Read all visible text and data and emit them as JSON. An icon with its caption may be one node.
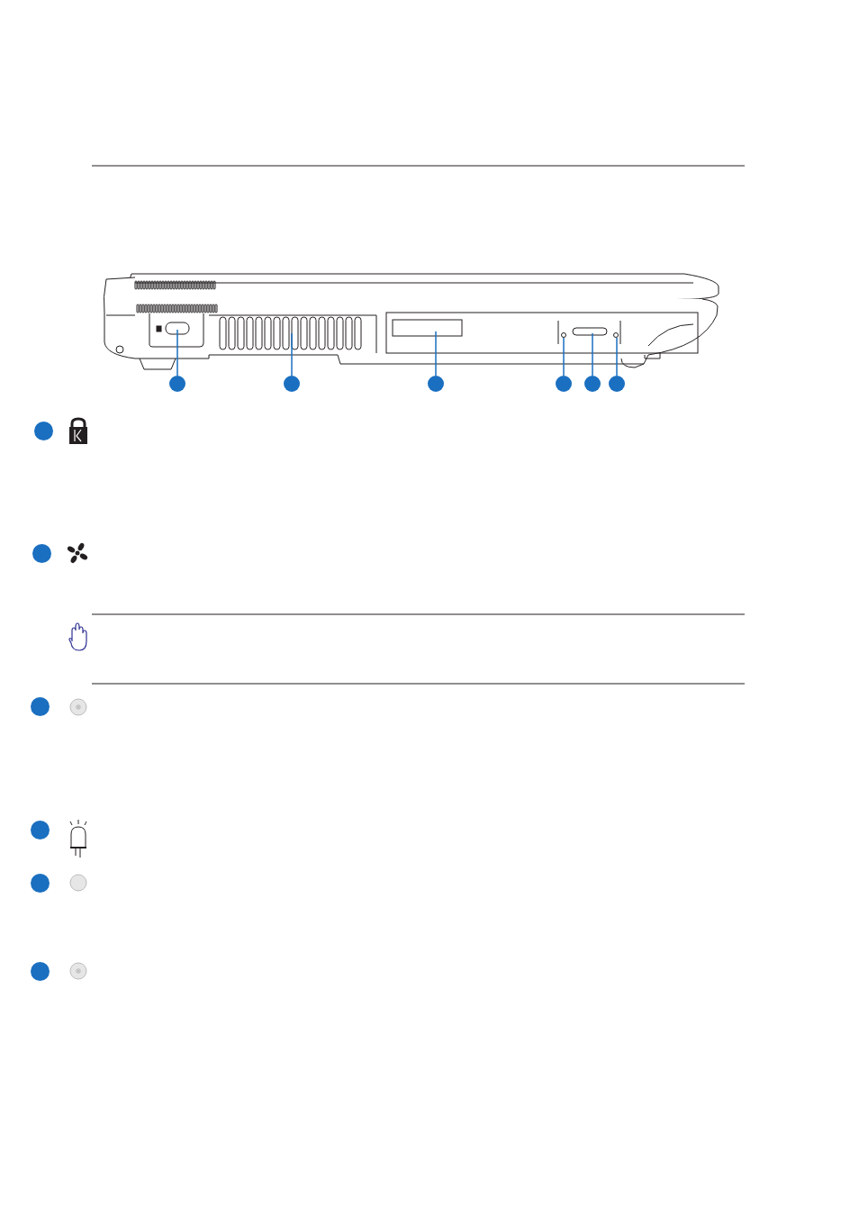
{
  "diagram": {
    "nodes": [
      {
        "text": [],
        "shape": "circle"
      },
      {
        "text": [],
        "shape": "circle"
      },
      {
        "text": [],
        "shape": "circle"
      },
      {
        "text": [],
        "shape": "circle"
      },
      {
        "text": [],
        "shape": "circle"
      },
      {
        "text": [],
        "shape": "circle"
      },
      {
        "text": [],
        "shape": "circle"
      },
      {
        "text": [],
        "shape": "circle"
      },
      {
        "text": [],
        "shape": "circle"
      },
      {
        "text": [],
        "shape": "circle"
      },
      {
        "text": [],
        "shape": "circle"
      },
      {
        "text": [],
        "shape": "circle"
      }
    ],
    "edges": [
      {
        "from": 0,
        "to": null,
        "arrow": "none"
      },
      {
        "from": 1,
        "to": null,
        "arrow": "none"
      },
      {
        "from": 2,
        "to": null,
        "arrow": "none"
      },
      {
        "from": 3,
        "to": null,
        "arrow": "none"
      },
      {
        "from": 4,
        "to": null,
        "arrow": "none"
      },
      {
        "from": 5,
        "to": null,
        "arrow": "none"
      }
    ]
  }
}
